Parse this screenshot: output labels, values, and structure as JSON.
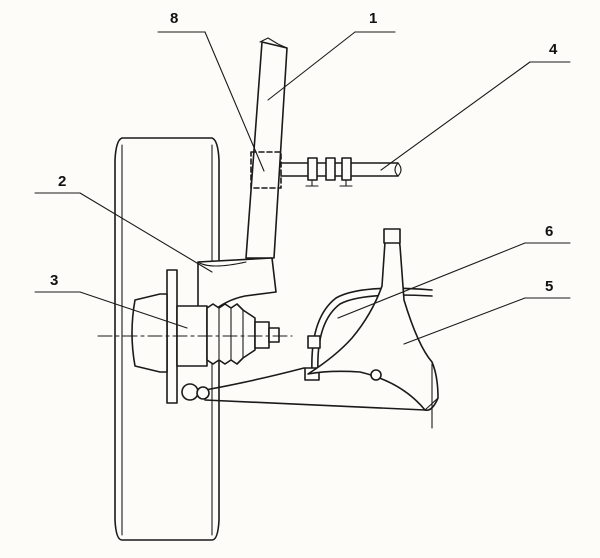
{
  "callouts": [
    {
      "id": "1",
      "label": "1"
    },
    {
      "id": "2",
      "label": "2"
    },
    {
      "id": "3",
      "label": "3"
    },
    {
      "id": "4",
      "label": "4"
    },
    {
      "id": "5",
      "label": "5"
    },
    {
      "id": "6",
      "label": "6"
    },
    {
      "id": "8",
      "label": "8"
    }
  ],
  "colors": {
    "ink": "#1a1a1a",
    "paper": "#fdfcf8"
  }
}
